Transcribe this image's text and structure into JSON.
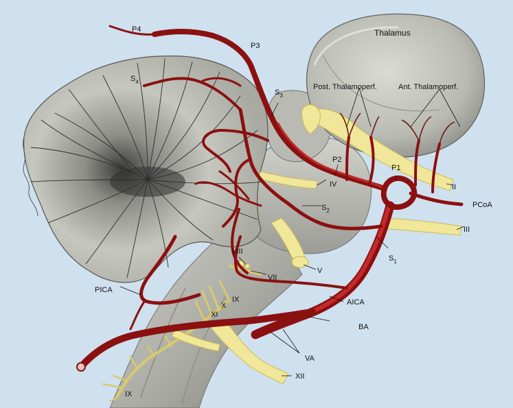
{
  "colors": {
    "background": "#cfe0ef",
    "artery": "#b51c1c",
    "nerve": "#f1e79a",
    "tissue": "#c7c7c0"
  },
  "labels": {
    "thalamus": "Thalamus",
    "post_thalamoperf": "Post. Thalamoperf.",
    "ant_thalamoperf": "Ant. Thalamoperf.",
    "p4": "P4",
    "p3": "P3",
    "p2": "P2",
    "p1": "P1",
    "s4": "S",
    "s4_sub": "4",
    "s3": "S",
    "s3_sub": "3",
    "s2": "S",
    "s2_sub": "2",
    "s1": "S",
    "s1_sub": "1",
    "pcoa": "PCoA",
    "nerve_ii": "II",
    "nerve_iii": "III",
    "nerve_iv": "IV",
    "nerve_v": "V",
    "nerve_vii": "VII",
    "nerve_viii": "VIII",
    "nerve_ix_upper": "IX",
    "nerve_x": "X",
    "nerve_xi": "XI",
    "nerve_xii": "XII",
    "nerve_ix_lower": "IX",
    "pica": "PICA",
    "aica": "AICA",
    "ba": "BA",
    "va": "VA"
  }
}
